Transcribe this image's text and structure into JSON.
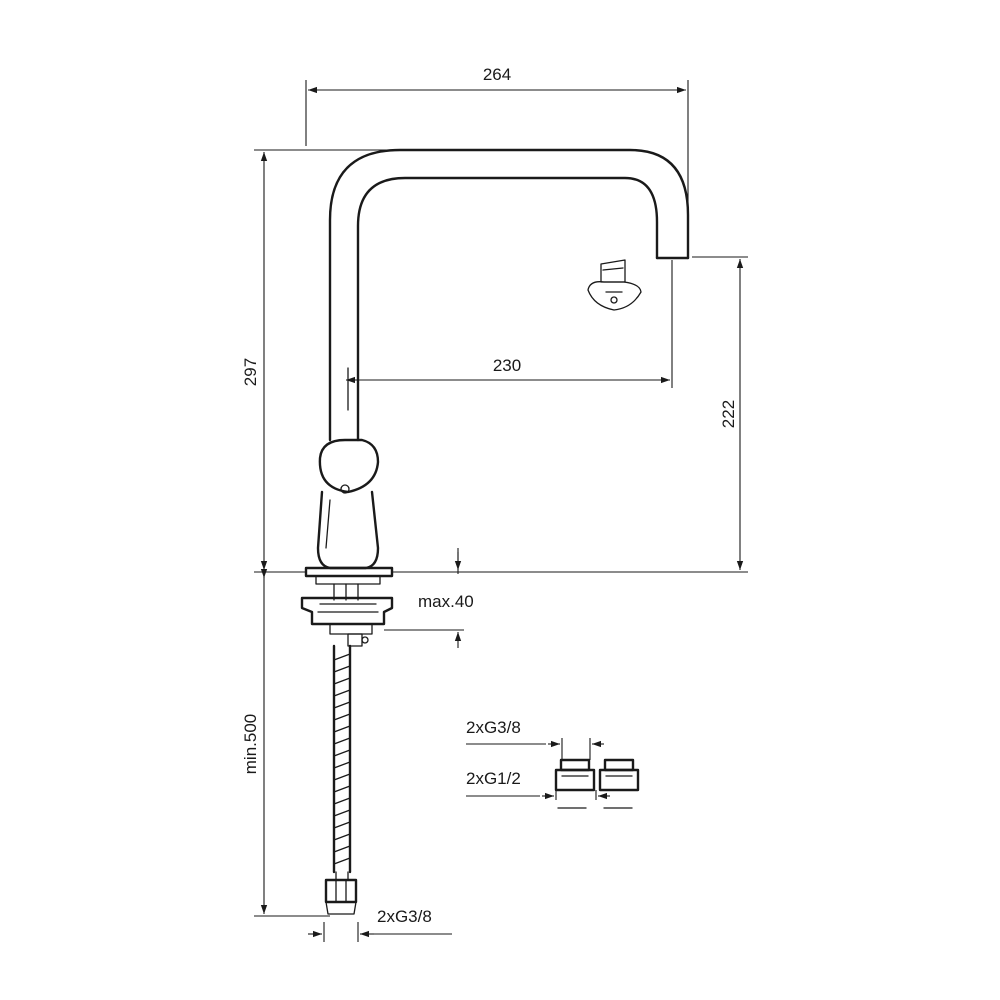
{
  "dimensions": {
    "overall_width": "264",
    "overall_height": "297",
    "spout_reach": "230",
    "spout_height": "222",
    "deck_thickness": "max.40",
    "hose_length": "min.500",
    "hose_connection": "2xG3/8"
  },
  "adapters": {
    "upper_label": "2xG3/8",
    "lower_label": "2xG1/2"
  },
  "colors": {
    "line": "#1a1a1a",
    "background": "#ffffff"
  }
}
